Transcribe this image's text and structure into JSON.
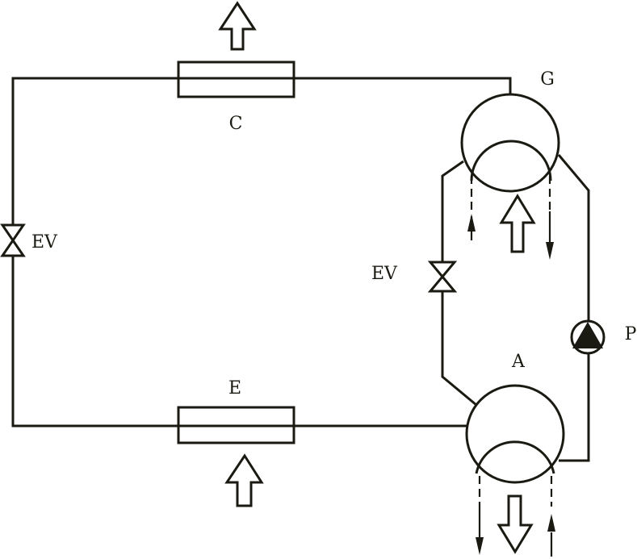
{
  "labels": {
    "condenser": "C",
    "generator": "G",
    "evaporator": "E",
    "absorber": "A",
    "pump": "P",
    "valve_left": "EV",
    "valve_right": "EV"
  },
  "colors": {
    "line": "#1b1a12",
    "background": "#ffffff"
  }
}
